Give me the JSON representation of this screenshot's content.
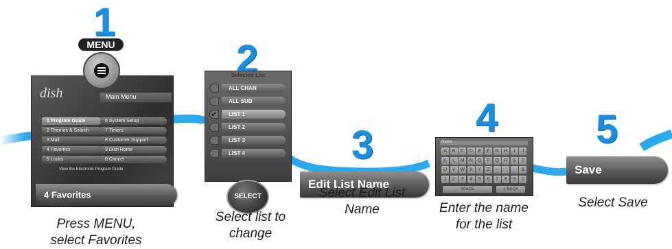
{
  "steps": [
    {
      "number": "1",
      "caption_line1": "Press MENU,",
      "caption_line2": "select Favorites"
    },
    {
      "number": "2",
      "caption_line1": "Select list to",
      "caption_line2": "change"
    },
    {
      "number": "3",
      "caption_line1": "Select Edit List",
      "caption_line2": "Name"
    },
    {
      "number": "4",
      "caption_line1": "Enter the name",
      "caption_line2": "for the list"
    },
    {
      "number": "5",
      "caption_line1": "Select Save",
      "caption_line2": ""
    }
  ],
  "menu_remote_label": "MENU",
  "select_remote_label": "SELECT",
  "main_menu": {
    "logo": "dish",
    "title": "Main Menu",
    "left_items": [
      "1 Program Guide",
      "2 Themes & Search",
      "3 Mall",
      "4 Favorites",
      "5 Locks"
    ],
    "right_items": [
      "6 System Setup",
      "7 Timers",
      "8 Customer Support",
      "9 Dish Home",
      "0 Cancel"
    ],
    "footer": "View the Electronic Program Guide"
  },
  "favorites_button": "4 Favorites",
  "selected_list": {
    "title": "Selected List",
    "items": [
      "ALL CHAN",
      "ALL SUB",
      "LIST 1",
      "LIST 2",
      "LIST 3",
      "LIST 4"
    ],
    "checked_item": "LIST 1"
  },
  "edit_list_button": "Edit List Name",
  "keyboard": {
    "name_label": "Name",
    "rows": [
      [
        "A",
        "B",
        "C",
        "D",
        "E",
        "F",
        "G",
        "H",
        "I",
        "J"
      ],
      [
        "K",
        "L",
        "M",
        "N",
        "O",
        "P",
        "Q",
        "R",
        "S",
        "T"
      ],
      [
        "U",
        "V",
        "W",
        "X",
        "Y",
        "Z",
        "-",
        "'",
        "",
        "&"
      ],
      [
        "1",
        "2",
        "3",
        "4",
        "5",
        "6",
        "7",
        "8",
        "9",
        "0"
      ]
    ],
    "space": "SPACE",
    "back": "< BACK"
  },
  "save_button": "Save",
  "colors": {
    "accent_blue": "#1a8fe0",
    "ribbon_blue": "#29a9ee"
  }
}
